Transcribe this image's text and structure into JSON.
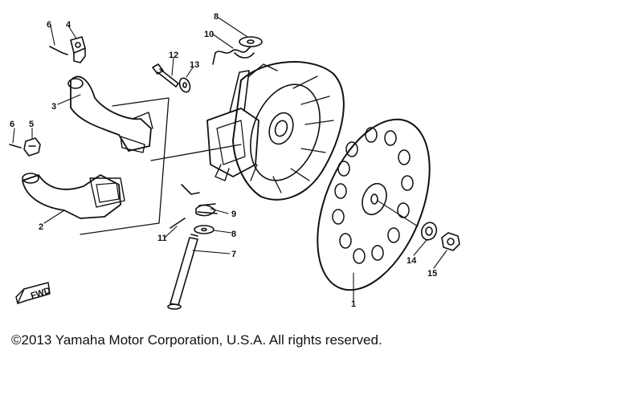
{
  "callouts": [
    "1",
    "2",
    "3",
    "4",
    "5",
    "6",
    "7",
    "8",
    "8",
    "9",
    "10",
    "11",
    "12",
    "13",
    "14",
    "15",
    "6"
  ],
  "direction_badge": "FWD",
  "copyright": "©2013 Yamaha Motor Corporation, U.S.A. All rights reserved.",
  "colors": {
    "ink": "#111111",
    "background": "#ffffff"
  }
}
